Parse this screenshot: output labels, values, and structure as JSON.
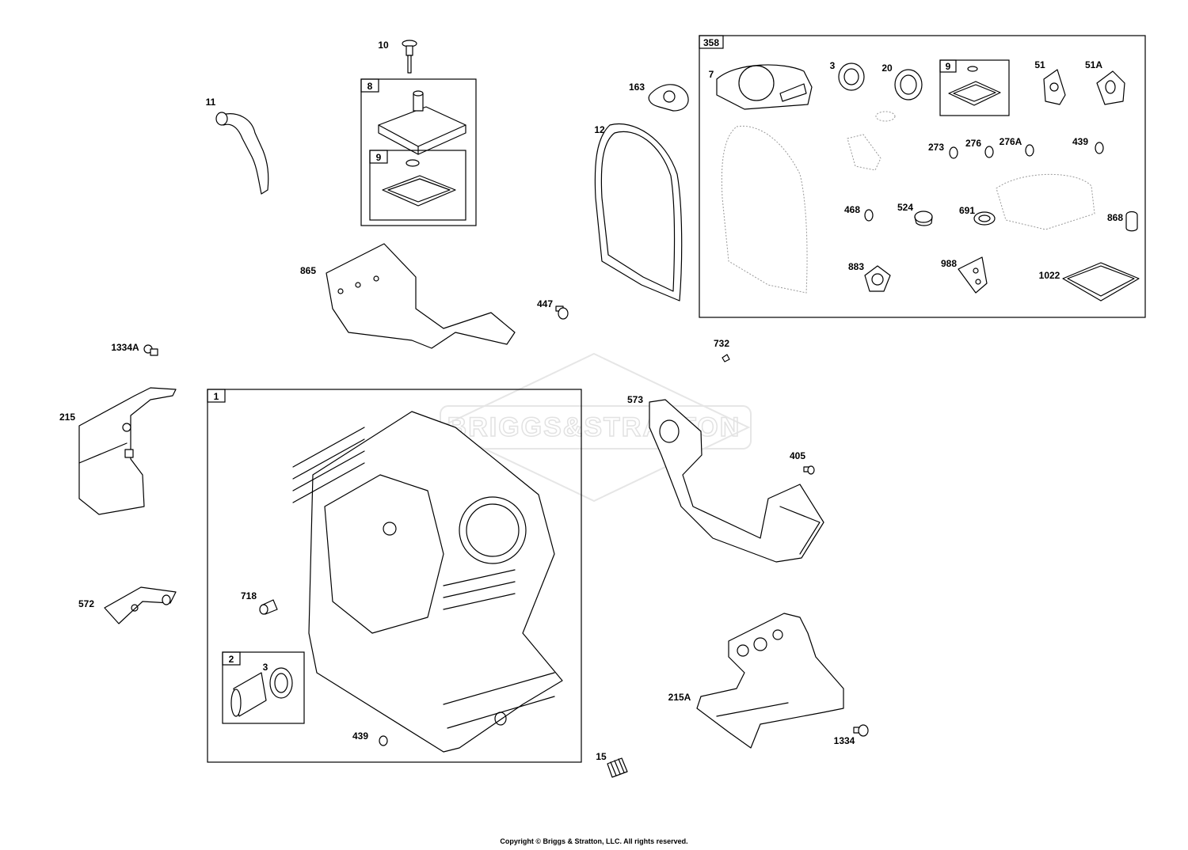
{
  "watermark": {
    "text": "BRIGGS&STRATTON"
  },
  "copyright": "Copyright © Briggs & Stratton, LLC. All rights reserved.",
  "boxes": {
    "b1": "1",
    "b2": "2",
    "b8": "8",
    "b9a": "9",
    "b358": "358",
    "b9b": "9"
  },
  "callouts": {
    "c10": "10",
    "c11": "11",
    "c163": "163",
    "c12": "12",
    "c7": "7",
    "c3a": "3",
    "c20": "20",
    "c51": "51",
    "c51A": "51A",
    "c273": "273",
    "c276": "276",
    "c276A": "276A",
    "c439a": "439",
    "c468": "468",
    "c524": "524",
    "c691": "691",
    "c868": "868",
    "c883": "883",
    "c988": "988",
    "c1022": "1022",
    "c865": "865",
    "c447": "447",
    "c1334A": "1334A",
    "c732": "732",
    "c215": "215",
    "c573": "573",
    "c405": "405",
    "c718": "718",
    "c572": "572",
    "c3b": "3",
    "c439b": "439",
    "c15": "15",
    "c215A": "215A",
    "c1334": "1334"
  }
}
